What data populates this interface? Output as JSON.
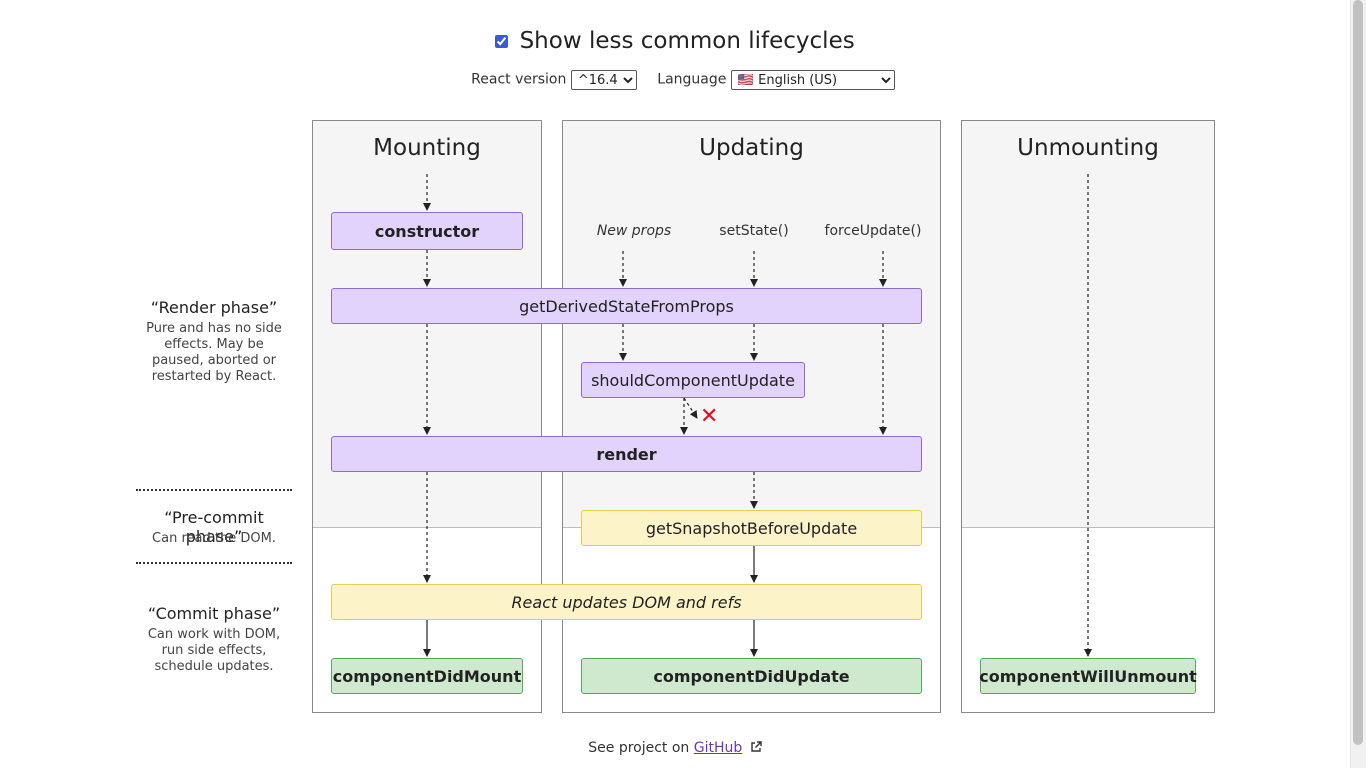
{
  "header": {
    "checkbox_label": "Show less common lifecycles",
    "checkbox_checked": true,
    "react_version_label": "React version",
    "react_version_value": "^16.4",
    "language_label": "Language",
    "language_value": "🇺🇸 English (US)"
  },
  "phases": {
    "render": {
      "title": "“Render phase”",
      "description": [
        "Pure and has no side",
        "effects. May be",
        "paused, aborted or",
        "restarted by React."
      ]
    },
    "precommit": {
      "title": "“Pre-commit phase”",
      "description": [
        "Can read the DOM."
      ]
    },
    "commit": {
      "title": "“Commit phase”",
      "description": [
        "Can work with DOM,",
        "run side effects,",
        "schedule updates."
      ]
    }
  },
  "columns": {
    "mounting": "Mounting",
    "updating": "Updating",
    "unmounting": "Unmounting"
  },
  "triggers": {
    "new_props": "New props",
    "set_state": "setState()",
    "force_update": "forceUpdate()"
  },
  "methods": {
    "constructor": "constructor",
    "get_derived_state": "getDerivedStateFromProps",
    "should_update": "shouldComponentUpdate",
    "render": "render",
    "get_snapshot": "getSnapshotBeforeUpdate",
    "dom_update": "React updates DOM and refs",
    "did_mount": "componentDidMount",
    "did_update": "componentDidUpdate",
    "will_unmount": "componentWillUnmount"
  },
  "stop_mark": "✕",
  "colors": {
    "render_phase_box": "#e1d3fc",
    "precommit_box": "#fcf3c9",
    "commit_box": "#cfe9cf",
    "stop_mark": "#e0101a",
    "link": "#6b35b7"
  },
  "footer": {
    "prefix": "See project on",
    "link_text": "GitHub",
    "link_icon": "external-link-icon"
  }
}
